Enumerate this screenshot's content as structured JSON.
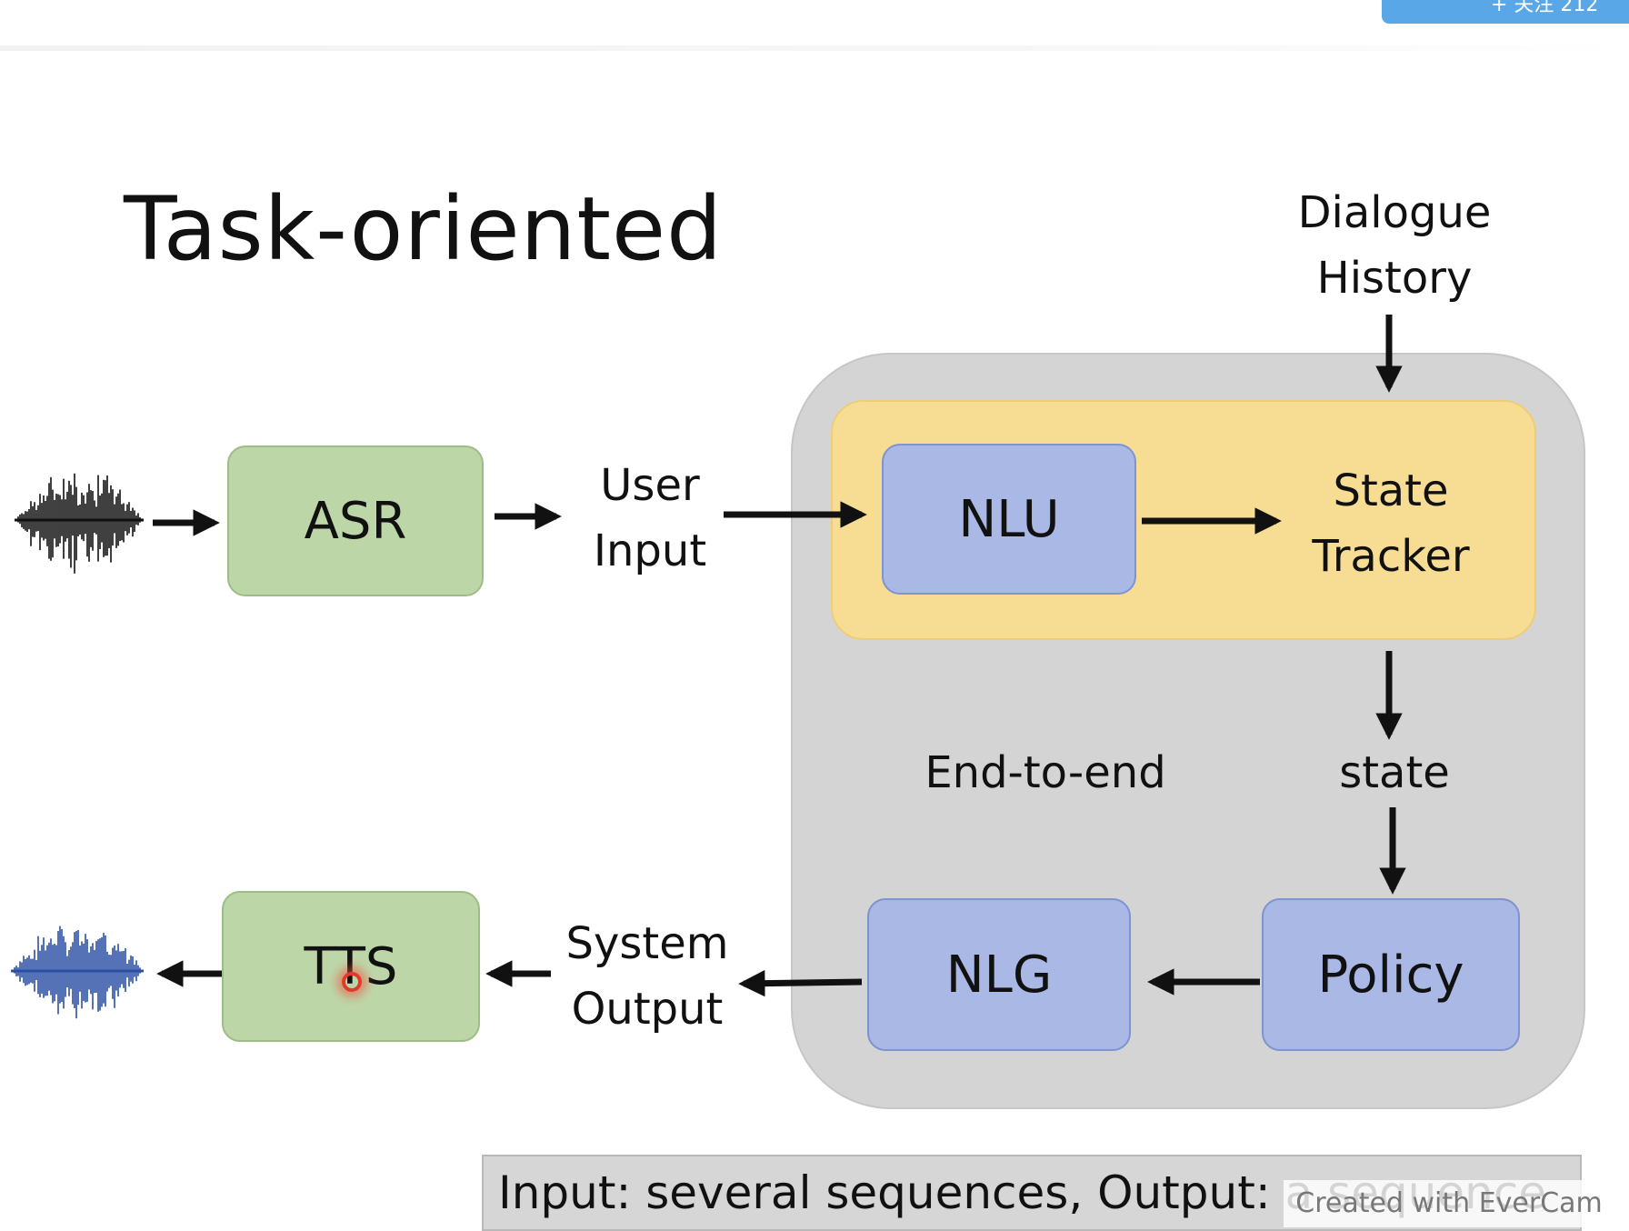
{
  "header": {
    "follow_label": "+ 关注 212"
  },
  "title": "Task-oriented",
  "blocks": {
    "asr": "ASR",
    "tts": "TTS",
    "nlu": "NLU",
    "state_tracker_line1": "State",
    "state_tracker_line2": "Tracker",
    "policy": "Policy",
    "nlg": "NLG"
  },
  "labels": {
    "dialogue_history_line1": "Dialogue",
    "dialogue_history_line2": "History",
    "user_input_line1": "User",
    "user_input_line2": "Input",
    "system_output_line1": "System",
    "system_output_line2": "Output",
    "state": "state",
    "end_to_end": "End-to-end"
  },
  "caption": "Input: several  sequences, Output: a sequence",
  "watermark": "Created with EverCam",
  "colors": {
    "green_block": "#bdd6a8",
    "blue_block": "#a9b8e4",
    "tracker_panel": "#f7dc93",
    "end_to_end_panel": "#d4d4d4",
    "input_wave": "#111111",
    "output_wave": "#2b4fa3"
  }
}
